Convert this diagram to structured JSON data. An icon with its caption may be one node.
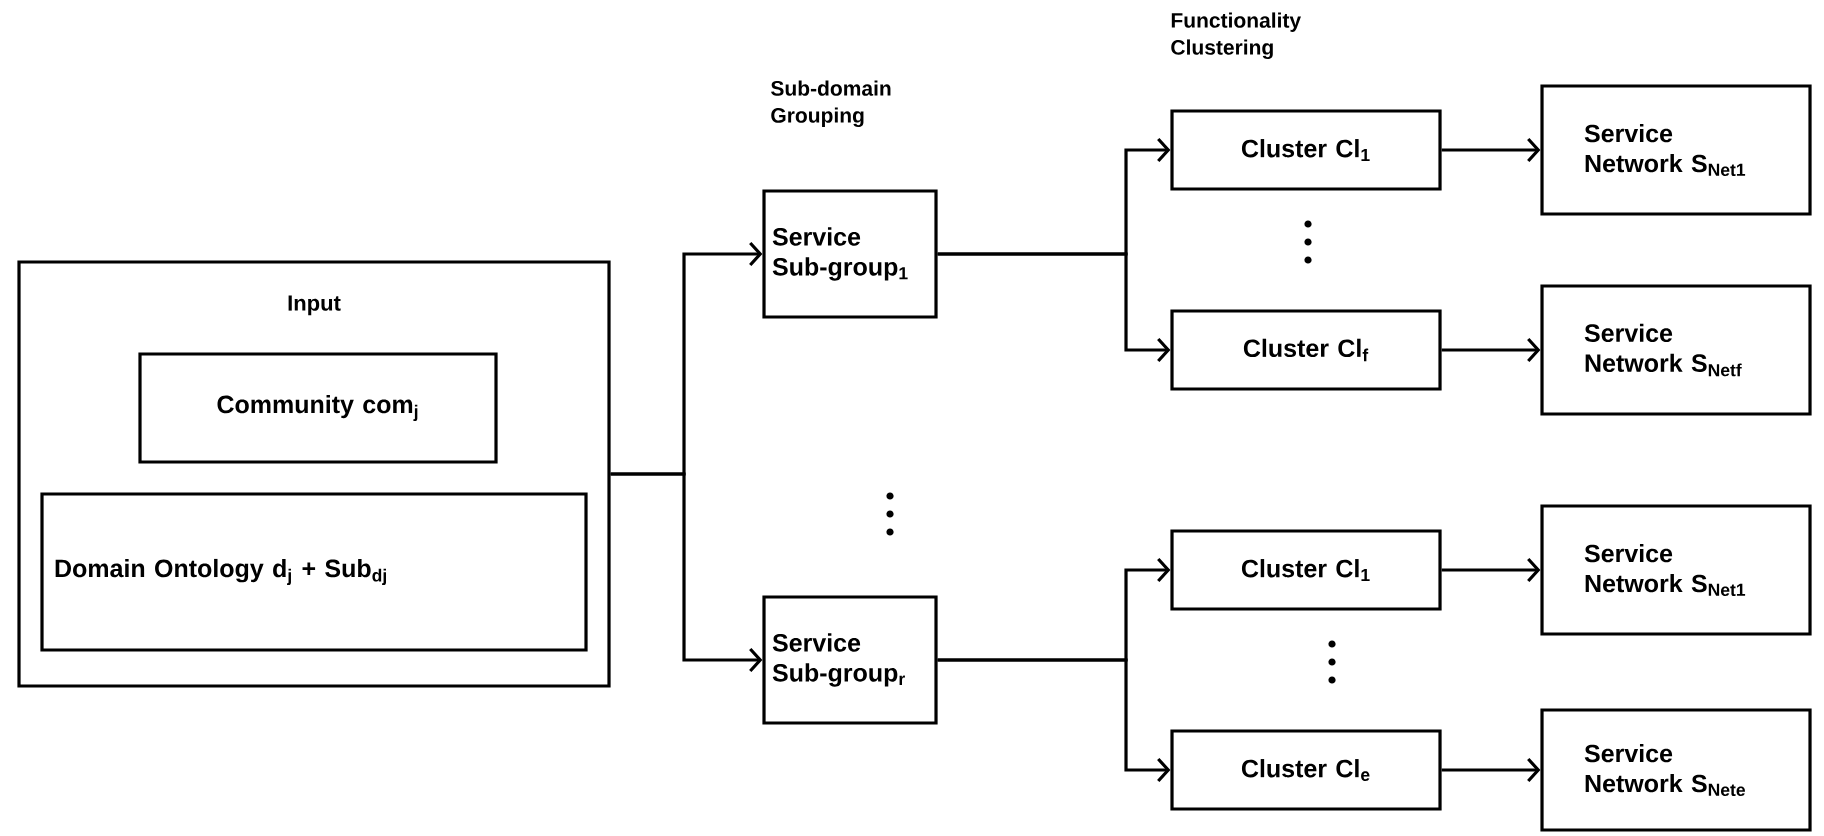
{
  "diagram": {
    "nodes": [
      {
        "text": [
          "Input"
        ]
      },
      {
        "text": [
          "Community com$_{j}$"
        ],
        "in": 0
      },
      {
        "text": [
          "Domain Ontology d$_{j}$ + Sub$_{dj}$"
        ],
        "in": 0
      },
      {
        "text": [
          "Service Sub-group$_{1}$"
        ]
      },
      {
        "text": [
          "Service Sub-group$_{r}$"
        ]
      },
      {
        "text": [
          "Cluster Cl$_{1}$"
        ]
      },
      {
        "text": [
          "Cluster Cl$_{f}$"
        ]
      },
      {
        "text": [
          "Cluster Cl$_{1}$"
        ]
      },
      {
        "text": [
          "Cluster Cl$_{e}$"
        ]
      },
      {
        "text": [
          "Service Network S$_{Net1}$"
        ]
      },
      {
        "text": [
          "Service Network S$_{Netf}$"
        ]
      },
      {
        "text": [
          "Service Network S$_{Net1}$"
        ]
      },
      {
        "text": [
          "Service Network S$_{Nete}$"
        ]
      }
    ],
    "edges": [
      {
        "from": 0,
        "to": 3,
        "arrow": "to"
      },
      {
        "from": 0,
        "to": 4,
        "arrow": "to"
      },
      {
        "from": 3,
        "to": 5,
        "arrow": "to"
      },
      {
        "from": 3,
        "to": 6,
        "arrow": "to"
      },
      {
        "from": 4,
        "to": 7,
        "arrow": "to"
      },
      {
        "from": 4,
        "to": 8,
        "arrow": "to"
      },
      {
        "from": 5,
        "to": 9,
        "arrow": "to"
      },
      {
        "from": 6,
        "to": 10,
        "arrow": "to"
      },
      {
        "from": 7,
        "to": 11,
        "arrow": "to"
      },
      {
        "from": 8,
        "to": 12,
        "arrow": "to"
      }
    ],
    "labels": [
      "Sub-domain Grouping",
      "Functionality Clustering"
    ]
  }
}
